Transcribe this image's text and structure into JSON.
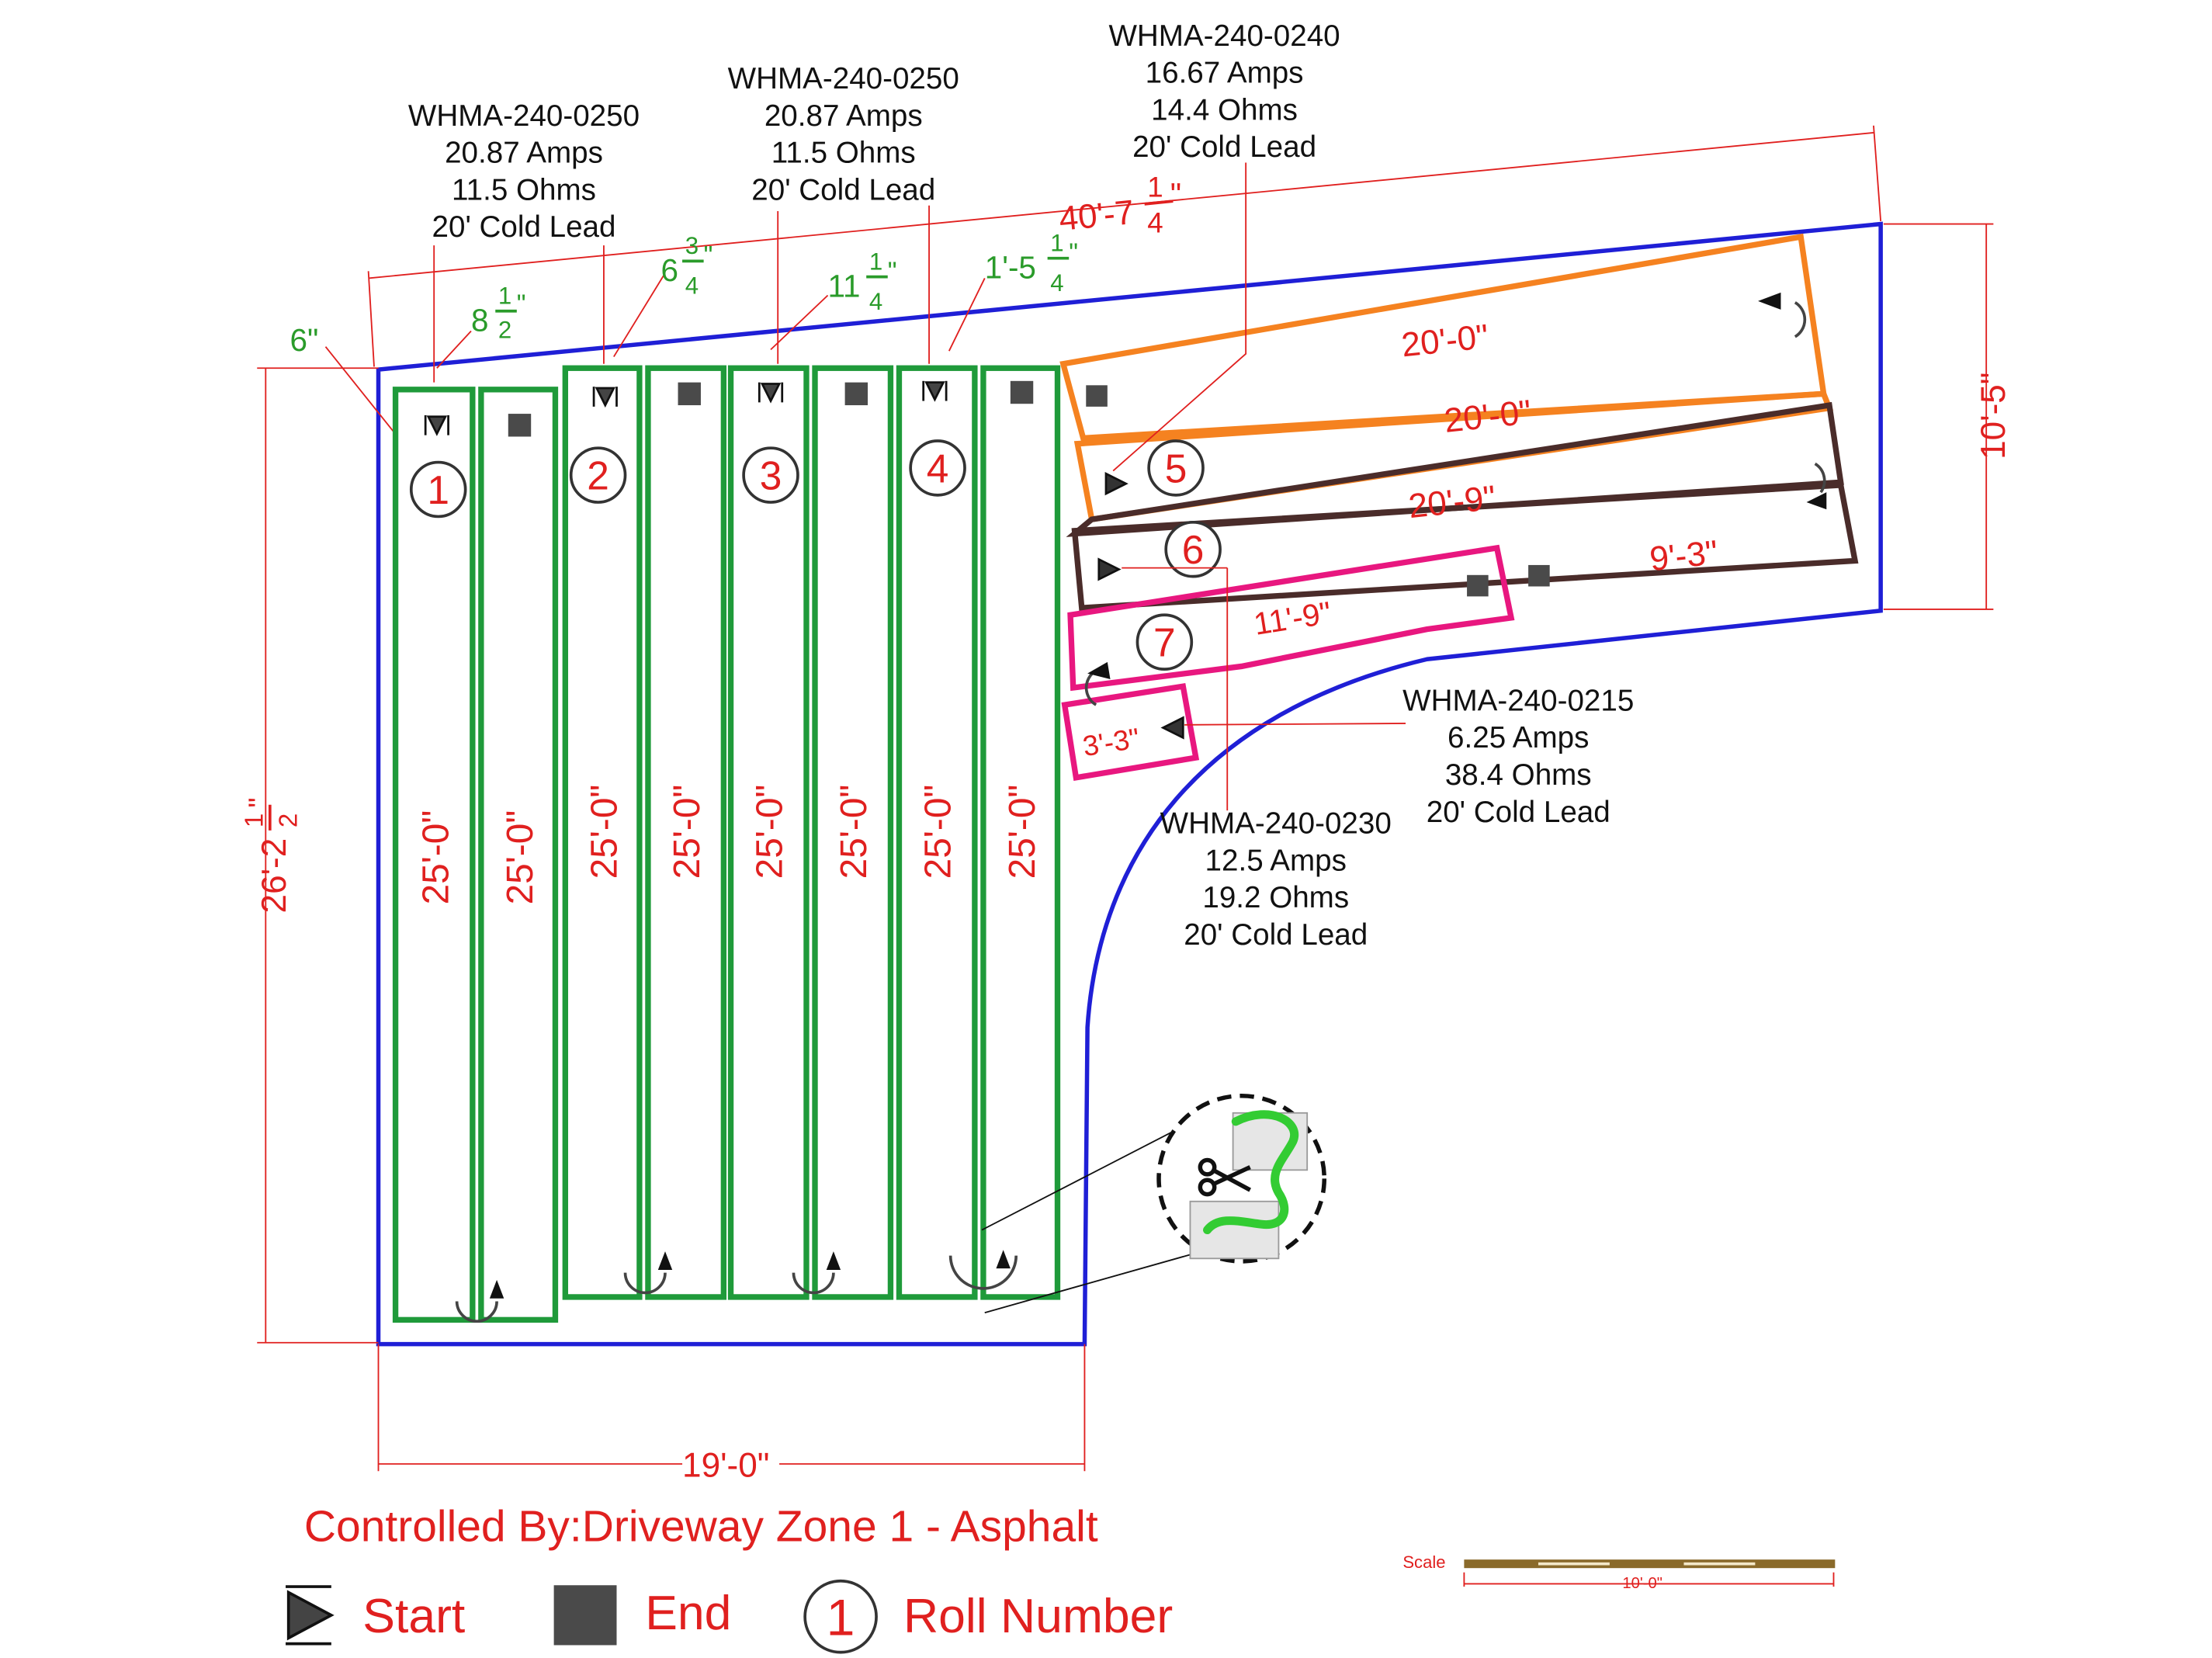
{
  "controlled_by": "Controlled By:Driveway Zone 1 - Asphalt",
  "legend": {
    "start_label": "Start",
    "end_label": "End",
    "roll_label": "Roll Number",
    "roll_example": "1"
  },
  "scale": {
    "label": "Scale",
    "value": "10'-0\""
  },
  "dimensions": {
    "overall_top": "40'-7",
    "overall_top_frac_n": "1",
    "overall_top_frac_d": "4",
    "overall_top_tail": "\"",
    "left_height_a": "26'-2",
    "left_height_n": "1",
    "left_height_d": "2",
    "left_height_tail": "\"",
    "right_height": "10'-5\"",
    "bottom_width": "19'-0\""
  },
  "offsets": {
    "o1": "6\"",
    "o2_whole": "8",
    "o2_n": "1",
    "o2_d": "2",
    "o2_tail": "\"",
    "o3_whole": "6",
    "o3_n": "3",
    "o3_d": "4",
    "o3_tail": "\"",
    "o4_whole": "11",
    "o4_n": "1",
    "o4_d": "4",
    "o4_tail": "\"",
    "o5_whole": "1'-5",
    "o5_n": "1",
    "o5_d": "4",
    "o5_tail": "\""
  },
  "heaters": {
    "h1": {
      "model": "WHMA-240-0250",
      "amps": "20.87  Amps",
      "ohms": "11.5 Ohms",
      "lead": "20' Cold Lead"
    },
    "h2": {
      "model": "WHMA-240-0250",
      "amps": "20.87  Amps",
      "ohms": "11.5 Ohms",
      "lead": "20' Cold Lead"
    },
    "h3": {
      "model": "WHMA-240-0240",
      "amps": "16.67  Amps",
      "ohms": "14.4 Ohms",
      "lead": "20' Cold Lead"
    },
    "h4": {
      "model": "WHMA-240-0215",
      "amps": "6.25  Amps",
      "ohms": "38.4 Ohms",
      "lead": "20' Cold Lead"
    },
    "h5": {
      "model": "WHMA-240-0230",
      "amps": "12.5  Amps",
      "ohms": "19.2 Ohms",
      "lead": "20' Cold Lead"
    }
  },
  "rolls": {
    "r1": "1",
    "r2": "2",
    "r3": "3",
    "r4": "4",
    "r5": "5",
    "r6": "6",
    "r7": "7"
  },
  "strip_lengths": {
    "vertical": "25'-0\"",
    "orange_top": "20'-0\"",
    "orange_bottom": "20'-0\"",
    "brown_top": "20'-9\"",
    "brown_bottom": "9'-3\"",
    "pink_long": "11'-9\"",
    "pink_short": "3'-3\""
  },
  "colors": {
    "area_outline": "#1f1fd6",
    "green_mat": "#1f9a3a",
    "orange_mat": "#f58220",
    "brown_mat": "#4a2c2a",
    "pink_mat": "#e8177f",
    "dimension": "#e0201f",
    "offset_text": "#2a9b2a"
  }
}
